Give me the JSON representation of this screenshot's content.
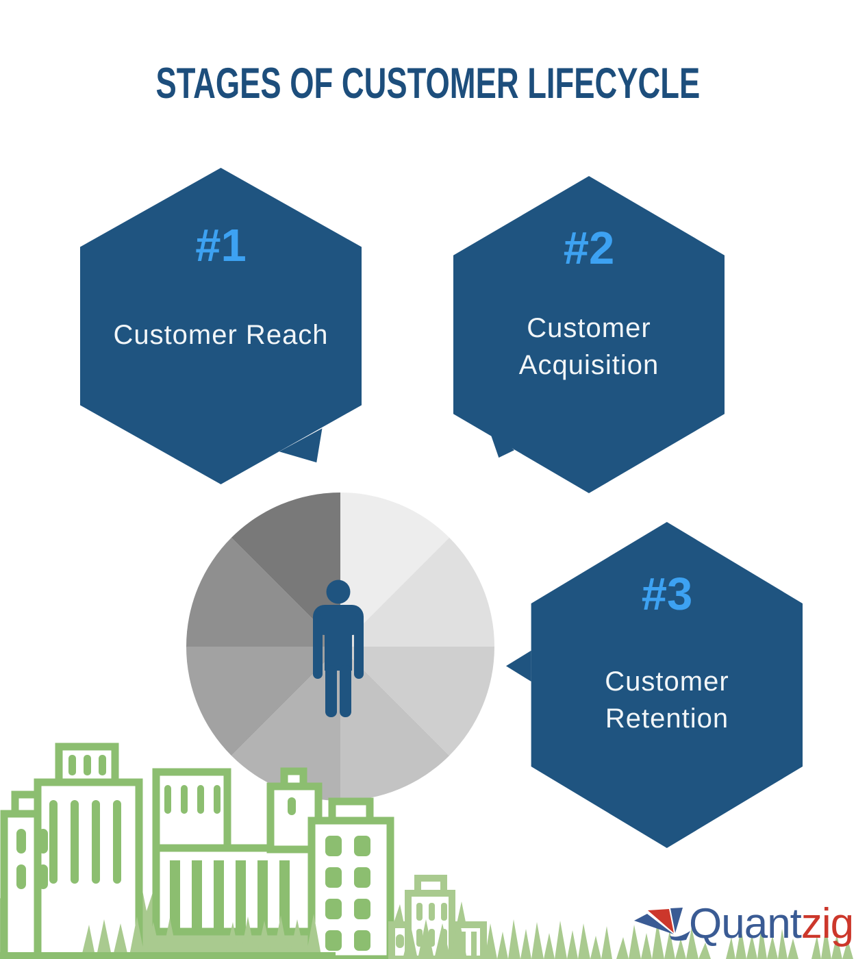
{
  "title": {
    "text": "STAGES OF CUSTOMER LIFECYCLE",
    "color": "#1d4e7c"
  },
  "stages": [
    {
      "number": "#1",
      "lines": [
        "Customer Reach",
        ""
      ]
    },
    {
      "number": "#2",
      "lines": [
        "Customer",
        "Acquisition"
      ]
    },
    {
      "number": "#3",
      "lines": [
        "Customer",
        "Retention"
      ]
    }
  ],
  "colors": {
    "hexagon": "#1f5480",
    "stage_number": "#3da2f2",
    "stage_label": "#f2f6f8",
    "person": "#1f5480",
    "building": "#8cbe70",
    "pale_building": "#a9ca8f",
    "grass": "#a9ca8f",
    "grass_strip": "#8cbe70",
    "white": "#ffffff"
  },
  "wheel": {
    "description": "8-segment grayscale lifecycle wheel with person pictogram",
    "segments": 8,
    "sectors": [
      "#ededed",
      "#e0e0e0",
      "#cfcfcf",
      "#c3c3c3",
      "#b3b3b3",
      "#a2a2a2",
      "#8f8f8f",
      "#797979"
    ]
  },
  "logo": {
    "prefix": "Quant",
    "suffix": "zig",
    "prefix_color": "#3a5b94",
    "suffix_color": "#cc372b"
  }
}
